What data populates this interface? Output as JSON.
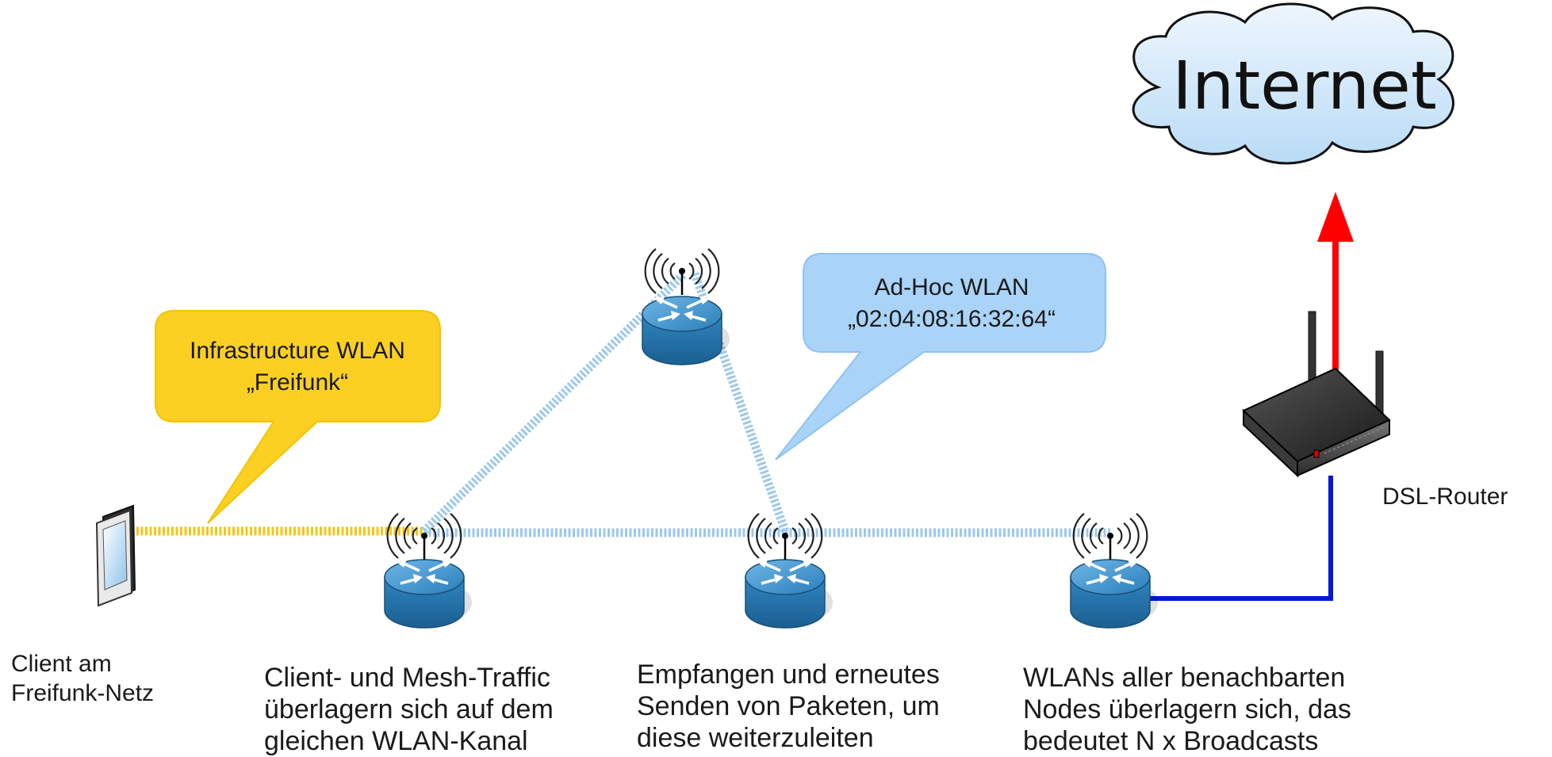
{
  "internet": {
    "label": "Internet"
  },
  "callout_infrastructure": {
    "line1": "Infrastructure WLAN",
    "line2": "„Freifunk“"
  },
  "callout_adhoc": {
    "line1": "Ad-Hoc WLAN",
    "line2": "„02:04:08:16:32:64“"
  },
  "dsl_router": {
    "label": "DSL-Router"
  },
  "client": {
    "line1": "Client am",
    "line2": "Freifunk-Netz"
  },
  "node1": {
    "line1": "Client- und Mesh-Traffic",
    "line2": "überlagern sich auf dem",
    "line3": "gleichen WLAN-Kanal"
  },
  "node2": {
    "line1": "Empfangen und erneutes",
    "line2": "Senden von Paketen, um",
    "line3": "diese weiterzuleiten"
  },
  "node3": {
    "line1": "WLANs aller benachbarten",
    "line2": "Nodes überlagern sich, das",
    "line3": "bedeutet N x Broadcasts"
  },
  "colors": {
    "infra_link": "#f5c518",
    "mesh_link": "#9cc8ec",
    "wired_link": "#0018d8",
    "uplink_arrow": "#ff0000",
    "cloud_fill": "#cfe6fa",
    "infra_callout": "#fbd022",
    "adhoc_callout": "#a9d3f7",
    "router_blue": "#2f86c0"
  }
}
